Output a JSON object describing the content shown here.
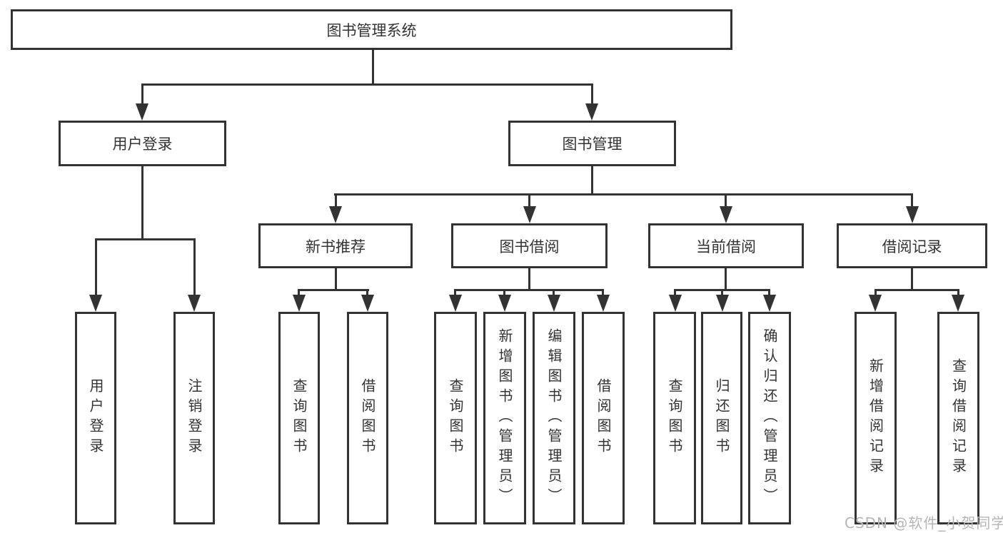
{
  "diagram_title": "图书管理系统",
  "nodes": {
    "root": "图书管理系统",
    "level2": [
      "用户登录",
      "图书管理"
    ],
    "level3": [
      "新书推荐",
      "图书借阅",
      "当前借阅",
      "借阅记录"
    ],
    "leaves_login": [
      "用户登录",
      "注销登录"
    ],
    "leaves_recommend": [
      "查询图书",
      "借阅图书"
    ],
    "leaves_borrow": [
      "查询图书",
      "新增图书（管理员）",
      "编辑图书（管理员）",
      "借阅图书"
    ],
    "leaves_current": [
      "查询图书",
      "归还图书",
      "确认归还（管理员）"
    ],
    "leaves_records": [
      "新增借阅记录",
      "查询借阅记录"
    ]
  },
  "watermark": "CSDN @软件_小贺同学",
  "colors": {
    "line": "#333333",
    "text": "#333333",
    "watermark": "#b5b5b5",
    "background": "#ffffff"
  }
}
